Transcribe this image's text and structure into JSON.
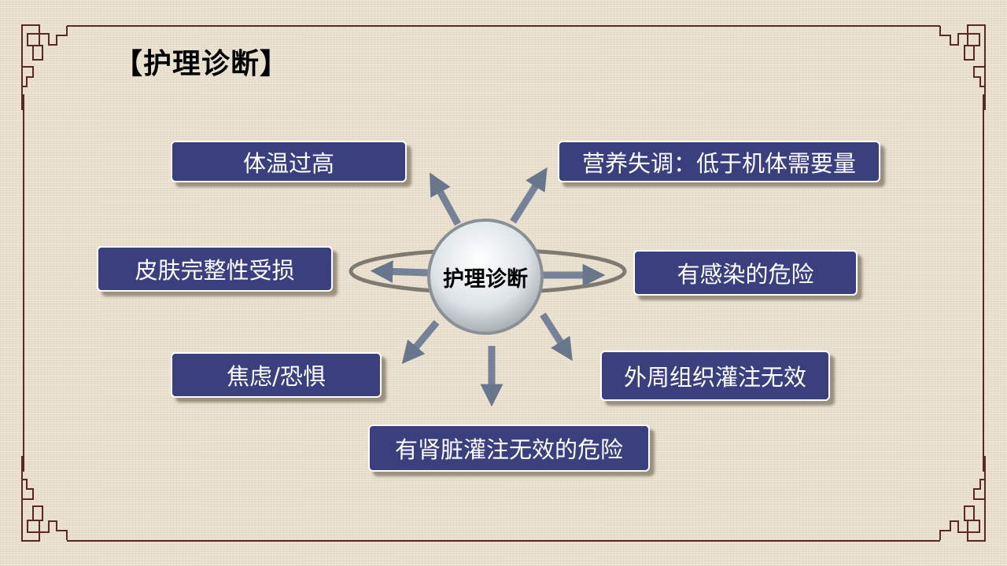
{
  "title": "【护理诊断】",
  "center": "护理诊断",
  "diagnoses": [
    "体温过高",
    "营养失调：低于机体需要量",
    "皮肤完整性受损",
    "有感染的危险",
    "焦虑/恐惧",
    "外周组织灌注无效",
    "有肾脏灌注无效的危险"
  ],
  "colors": {
    "box": "#3a3f7d",
    "frame": "#5a2a22",
    "arrow": "#5b6b85"
  }
}
